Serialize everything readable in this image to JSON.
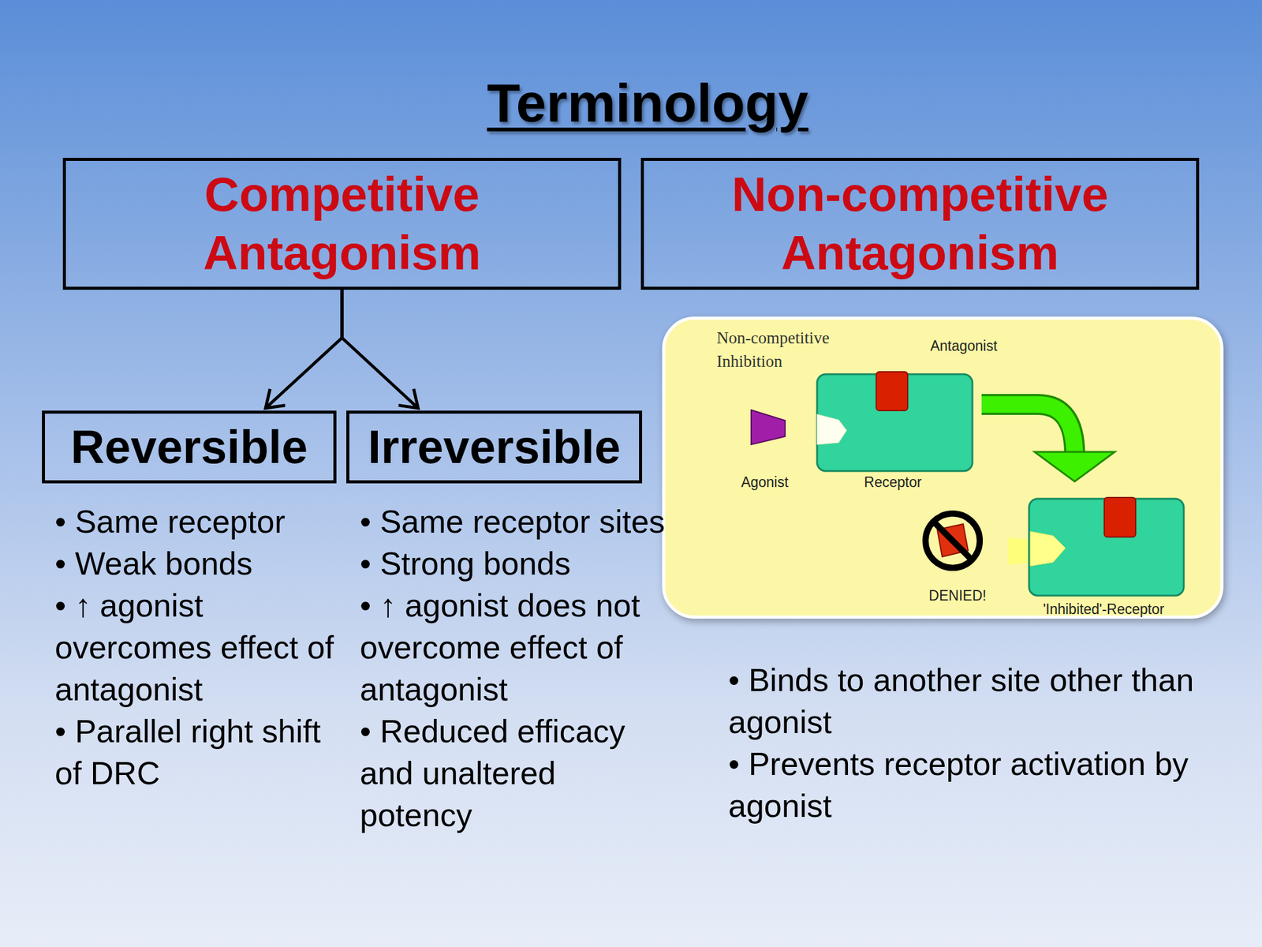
{
  "diagram": {
    "title": "Terminology",
    "nodes": [
      {
        "text": [
          "Competitive Antagonism"
        ]
      },
      {
        "text": [
          "Non-competitive Antagonism"
        ]
      },
      {
        "text": [
          "Reversible"
        ]
      },
      {
        "text": [
          "Irreversible"
        ]
      }
    ],
    "edges": [
      {
        "from": 0,
        "to": 2,
        "arrow": "to"
      },
      {
        "from": 0,
        "to": 3,
        "arrow": "to"
      }
    ],
    "labels": [
      "• Same receptor",
      "• Weak bonds",
      "• ↑ agonist overcomes effect of antagonist",
      "• Parallel right shift of DRC",
      "• Same receptor sites",
      "• Strong bonds",
      "• ↑ agonist does not overcome effect of antagonist",
      "• Reduced efficacy and unaltered potency",
      "Non-competitive Inhibition",
      "Antagonist",
      "Agonist",
      "Receptor",
      "DENIED!",
      "'Inhibited'-Receptor",
      "• Binds to another site other than agonist",
      "• Prevents receptor activation by agonist"
    ]
  }
}
